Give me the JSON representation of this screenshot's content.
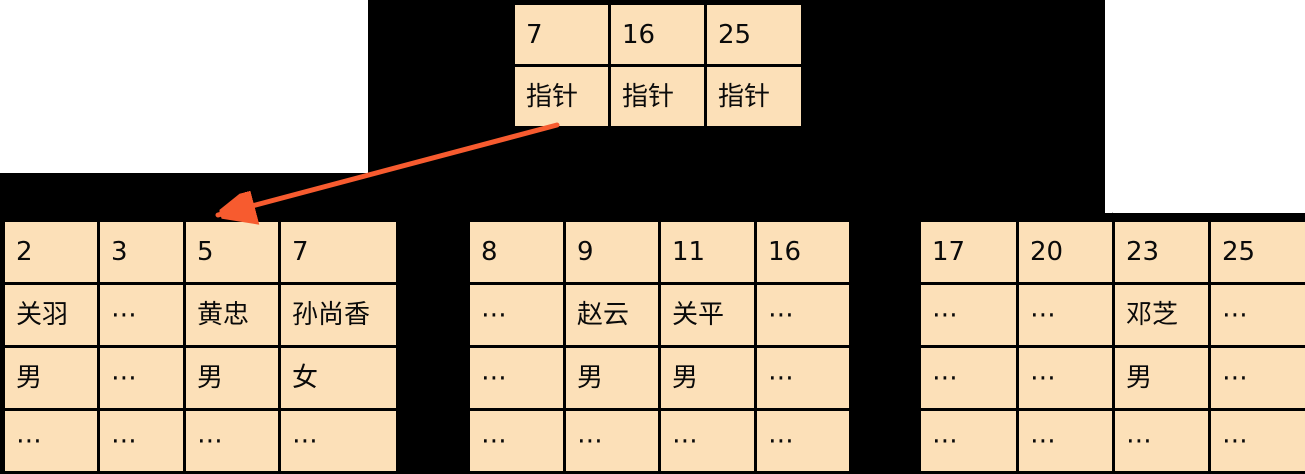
{
  "diagram": {
    "type": "bplus-tree-index",
    "colors": {
      "background": "#000000",
      "panel": "#FFFFFF",
      "cell_fill": "#FCE0B8",
      "cell_border": "#000000",
      "arrow": "#F75B2F",
      "text": "#0A0A0A"
    },
    "root_table": {
      "rows": [
        [
          "7",
          "16",
          "25"
        ],
        [
          "指针",
          "指针",
          "指针"
        ]
      ]
    },
    "leaf_tables": [
      {
        "rows": [
          [
            "2",
            "3",
            "5",
            "7"
          ],
          [
            "关羽",
            "⋯",
            "黄忠",
            "孙尚香"
          ],
          [
            "男",
            "⋯",
            "男",
            "女"
          ],
          [
            "⋯",
            "⋯",
            "⋯",
            "⋯"
          ]
        ]
      },
      {
        "rows": [
          [
            "8",
            "9",
            "11",
            "16"
          ],
          [
            "⋯",
            "赵云",
            "关平",
            "⋯"
          ],
          [
            "⋯",
            "男",
            "男",
            "⋯"
          ],
          [
            "⋯",
            "⋯",
            "⋯",
            "⋯"
          ]
        ]
      },
      {
        "rows": [
          [
            "17",
            "20",
            "23",
            "25"
          ],
          [
            "⋯",
            "⋯",
            "邓芝",
            "⋯"
          ],
          [
            "⋯",
            "⋯",
            "男",
            "⋯"
          ],
          [
            "⋯",
            "⋯",
            "⋯",
            "⋯"
          ]
        ]
      }
    ],
    "arrow": {
      "from": "root-pointer-cell-1",
      "to": "leaf-table-1-key-5",
      "color": "#F75B2F"
    }
  }
}
